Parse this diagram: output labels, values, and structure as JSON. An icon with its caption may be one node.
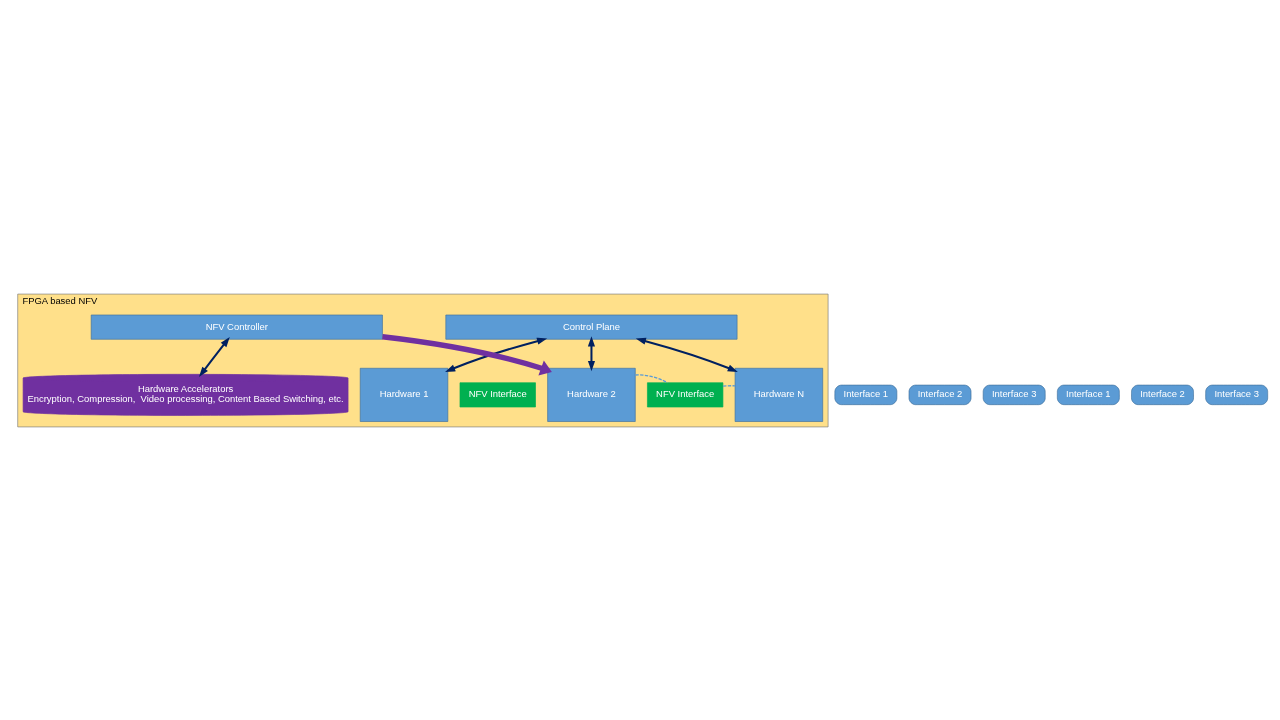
{
  "diagram": {
    "nodes": [
      {
        "text": [
          "FPGA based NFV"
        ]
      },
      {
        "text": [
          "Control Plane"
        ],
        "in": 0
      },
      {
        "text": [
          "Interface 1"
        ]
      },
      {
        "text": [
          "Interface 2"
        ]
      },
      {
        "text": [
          "Interface 3"
        ]
      },
      {
        "text": [
          "Hardware 1"
        ],
        "in": 0
      },
      {
        "text": [
          "NFV Interface"
        ],
        "in": 0
      },
      {
        "text": [
          "Hardware 2"
        ],
        "in": 0
      },
      {
        "text": [
          "NFV Interface"
        ],
        "in": 0
      },
      {
        "text": [
          "Hardware N"
        ],
        "in": 0
      },
      {
        "text": [
          "Interface 1"
        ]
      },
      {
        "text": [
          "Interface 2"
        ]
      },
      {
        "text": [
          "Interface 3"
        ]
      },
      {
        "text": [
          "NFV Controller"
        ],
        "in": 0
      },
      {
        "text": [
          "Hardware Accelerators",
          "Encryption, Compression,  Video processing, Content Based Switching, etc."
        ],
        "in": 0
      }
    ],
    "edges": [
      {
        "from": 1,
        "to": 5,
        "arrow": "both"
      },
      {
        "from": 1,
        "to": 7,
        "arrow": "both"
      },
      {
        "from": 1,
        "to": 9,
        "arrow": "both"
      },
      {
        "from": 7,
        "to": 8,
        "arrow": "none",
        "style": "dashed",
        "color": "#5b9bd5"
      },
      {
        "from": 8,
        "to": 9,
        "arrow": "none",
        "style": "dashed",
        "color": "#5b9bd5"
      },
      {
        "from": 13,
        "to": 7,
        "arrow": "to",
        "style": "thick",
        "color": "#7030a0"
      },
      {
        "from": 13,
        "to": 14,
        "arrow": "both"
      }
    ]
  }
}
